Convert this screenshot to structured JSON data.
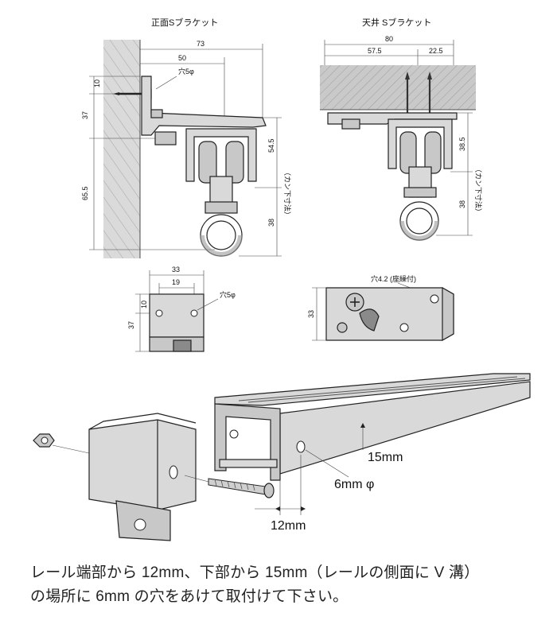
{
  "titles": {
    "front": "正面Sブラケット",
    "ceiling": "天井 Sブラケット"
  },
  "front_dims": {
    "width_total": "73",
    "width_hole": "50",
    "hole_label": "穴5",
    "left_10": "10",
    "left_37": "37",
    "left_655": "65.5",
    "right_545": "54.5",
    "right_38": "38",
    "kan_label": "（カン下寸法）"
  },
  "ceiling_dims": {
    "width_total": "80",
    "width_575": "57.5",
    "width_225": "22.5",
    "right_385": "38.5",
    "right_38": "38",
    "kan_label": "（カン下寸法）"
  },
  "small_front": {
    "w33": "33",
    "w19": "19",
    "h10": "10",
    "h37": "37",
    "hole_label": "穴5"
  },
  "small_ceiling": {
    "h33": "33",
    "hole_label": "穴4.2 (座繰付)"
  },
  "detail": {
    "label_15mm": "15mm",
    "label_6mm": "6mm",
    "label_12mm": "12mm"
  },
  "note": {
    "line1": "レール端部から 12mm、下部から 15mm（レールの側面に V 溝）",
    "line2": "の場所に 6mm の穴をあけて取付けて下さい。"
  }
}
